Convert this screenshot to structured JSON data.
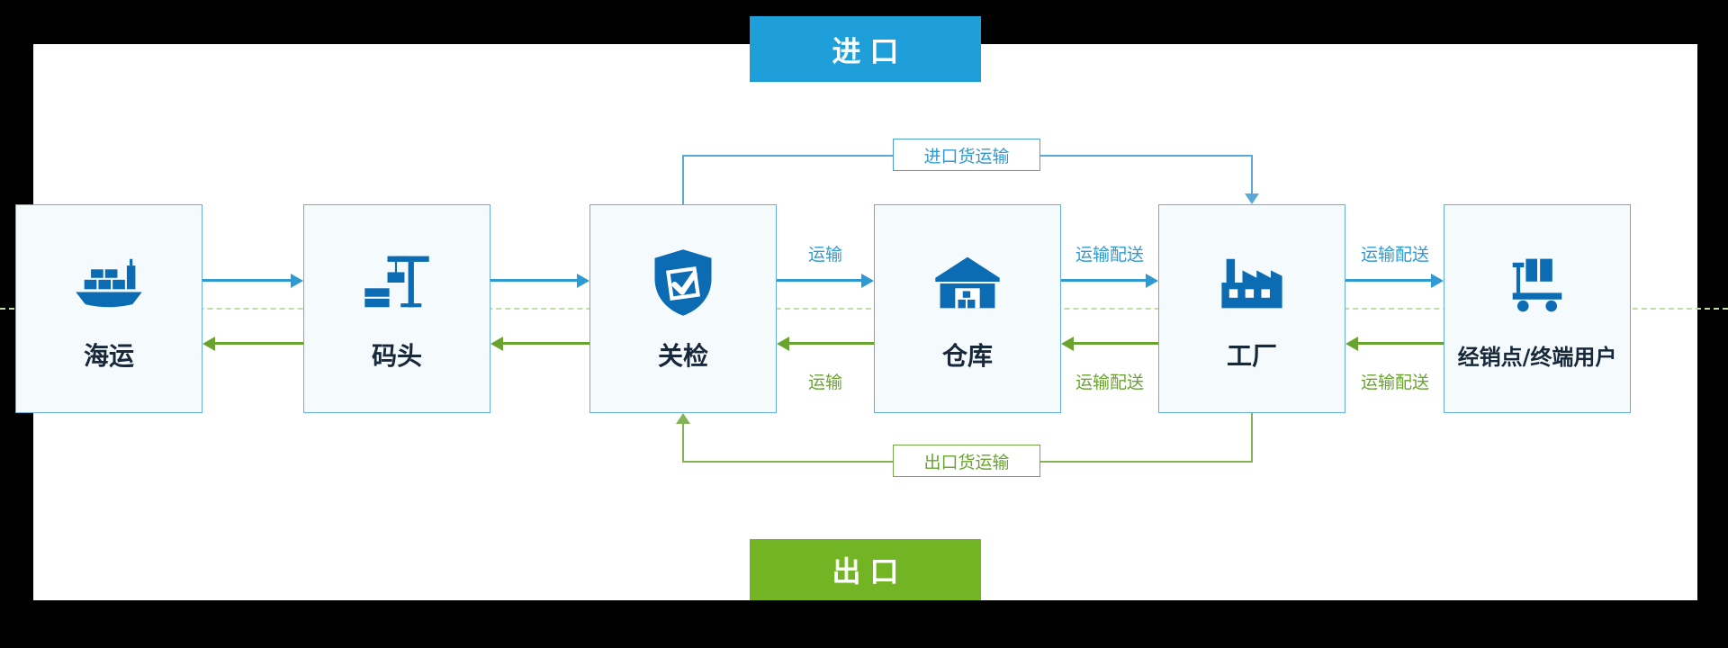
{
  "banners": {
    "import": "进口",
    "export": "出口"
  },
  "nodes": [
    {
      "label": "海运",
      "icon": "cargo-ship-icon"
    },
    {
      "label": "码头",
      "icon": "harbor-crane-icon"
    },
    {
      "label": "关检",
      "icon": "customs-shield-check-icon"
    },
    {
      "label": "仓库",
      "icon": "warehouse-icon"
    },
    {
      "label": "工厂",
      "icon": "factory-icon"
    },
    {
      "label": "经销点/终端用户",
      "icon": "pallet-boxes-icon"
    }
  ],
  "edge_labels": {
    "forward": [
      "运输",
      "运输配送",
      "运输配送"
    ],
    "backward": [
      "运输",
      "运输配送",
      "运输配送"
    ]
  },
  "bypass": {
    "import_route": "进口货运输",
    "export_route": "出口货运输"
  },
  "colors": {
    "import_banner_blue": "#1e9fd9",
    "export_banner_green": "#72b424",
    "arrow_blue": "#2f9ad2",
    "arrow_green": "#69a42e",
    "bypass_blue": "#5aa7d8",
    "bypass_green": "#85b257",
    "icon_blue": "#0c6cb3",
    "node_border_blue": "#66aede",
    "node_background": "#f5fafd"
  }
}
